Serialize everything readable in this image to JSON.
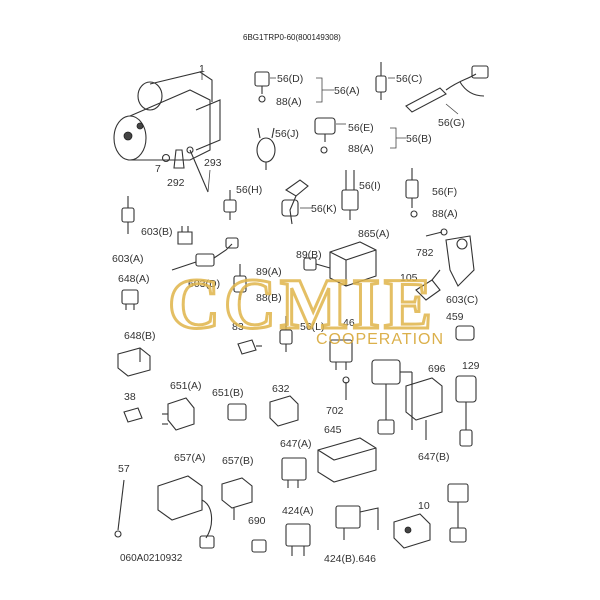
{
  "title": "6BG1TRP0-60(800149308)",
  "code": "060A0210932",
  "watermark": {
    "main": "CCMIE",
    "sub": "COOPERATION",
    "color": "#e0b54a"
  },
  "labels": {
    "l1": "1",
    "l7": "7",
    "l292": "292",
    "l293": "293",
    "l56d": "56(D)",
    "l88a1": "88(A)",
    "l56a": "56(A)",
    "l56c": "56(C)",
    "l56g": "56(G)",
    "l56j": "56(J)",
    "l56e": "56(E)",
    "l56b": "56(B)",
    "l88a2": "88(A)",
    "l56h": "56(H)",
    "l56k": "56(K)",
    "l56i": "56(I)",
    "l56f": "56(F)",
    "l88a3": "88(A)",
    "l603b": "603(B)",
    "l603a": "603(A)",
    "l603d": "603(D)",
    "l603c": "603(C)",
    "l89b": "89(B)",
    "l865a": "865(A)",
    "l782": "782",
    "l648a": "648(A)",
    "l89a": "89(A)",
    "l88b": "88(B)",
    "l105": "105",
    "l83": "83",
    "l56l": "56(L)",
    "l46": "46",
    "l459": "459",
    "l648b": "648(B)",
    "l129": "129",
    "l38": "38",
    "l651a": "651(A)",
    "l651b": "651(B)",
    "l632": "632",
    "l702": "702",
    "l696": "696",
    "l647a": "647(A)",
    "l645": "645",
    "l647b": "647(B)",
    "l57": "57",
    "l657a": "657(A)",
    "l657b": "657(B)",
    "l10": "10",
    "l690": "690",
    "l424a": "424(A)",
    "l424b": "424(B).646"
  }
}
